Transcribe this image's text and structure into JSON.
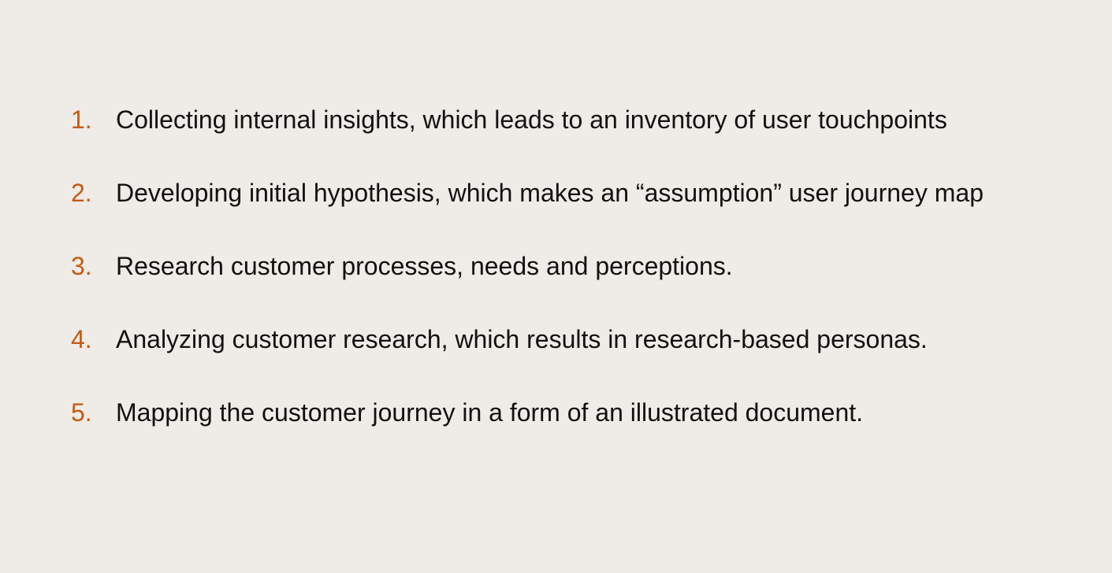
{
  "page": {
    "background": "#efebe6",
    "number_color": "#c55a11",
    "text_color": "#111111"
  },
  "steps": [
    {
      "number": "1.",
      "text": "Collecting internal insights, which leads to an inventory of user touchpoints"
    },
    {
      "number": "2.",
      "text": "Developing initial hypothesis, which makes an “assumption” user journey map"
    },
    {
      "number": "3.",
      "text": "Research customer processes, needs and perceptions."
    },
    {
      "number": "4.",
      "text": "Analyzing customer research, which results in research-based personas."
    },
    {
      "number": "5.",
      "text": "Mapping the customer journey in a form of an illustrated document."
    }
  ]
}
